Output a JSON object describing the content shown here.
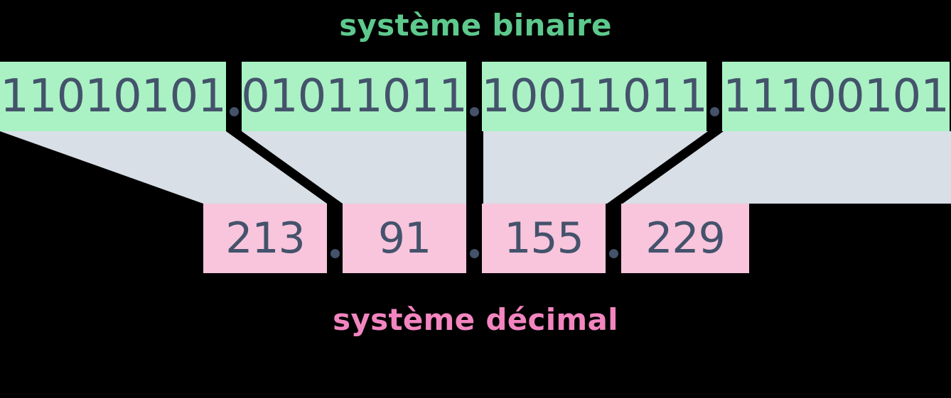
{
  "labels": {
    "binary_title": "système binaire",
    "decimal_title": "système décimal"
  },
  "colors": {
    "background": "#000000",
    "binary_box": "#aaf2c4",
    "binary_title_text": "#5ec98d",
    "decimal_box": "#f8c5dd",
    "decimal_title_text": "#f285bf",
    "value_text": "#44536b",
    "connector_fill": "#d8dfe6"
  },
  "separator": {
    "glyph": "·",
    "name": "dot-separator"
  },
  "binary": {
    "octets": [
      "11010101",
      "01011011",
      "10011011",
      "11100101"
    ]
  },
  "decimal": {
    "octets": [
      "213",
      "91",
      "155",
      "229"
    ]
  }
}
